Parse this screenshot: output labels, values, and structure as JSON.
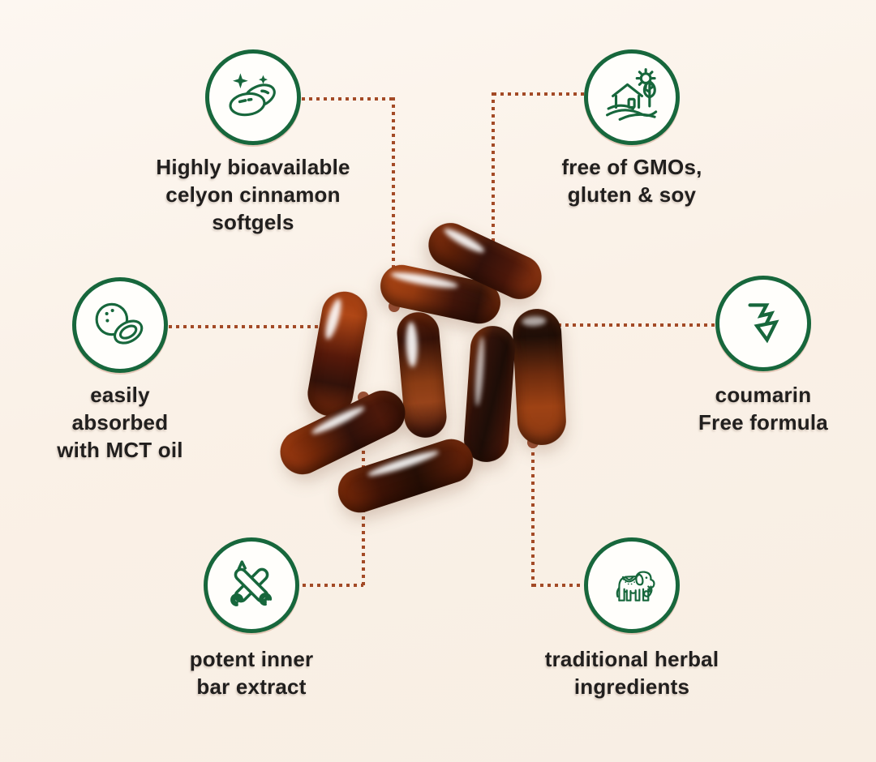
{
  "page": {
    "description": "Cinnamon softgel supplement benefits infographic",
    "background": "#faf1e7"
  },
  "colors": {
    "icon_green": "#17673c",
    "icon_fill": "#fffefb",
    "line_rust": "#a34a26",
    "dot_rust": "#9a5238",
    "text": "#211f1e",
    "background": "#faf1e7"
  },
  "center_image": {
    "description": "cluster of eight amber-brown cinnamon softgel capsules",
    "capsule_count": 8
  },
  "features": [
    {
      "id": "bioavailable",
      "icon": "sparkle-softgels-icon",
      "lines": [
        "Highly bioavailable",
        "celyon cinnamon",
        "softgels"
      ]
    },
    {
      "id": "free-of-gmos",
      "icon": "farm-house-icon",
      "lines": [
        "free of GMOs,",
        "gluten & soy"
      ]
    },
    {
      "id": "mct-oil",
      "icon": "coconut-icon",
      "lines": [
        "easily",
        "absorbed",
        "with MCT oil"
      ]
    },
    {
      "id": "coumarin-free",
      "icon": "declining-arrow-icon",
      "lines": [
        "coumarin",
        "Free formula"
      ]
    },
    {
      "id": "inner-bark",
      "icon": "cinnamon-sticks-icon",
      "lines": [
        "potent inner",
        "bar extract"
      ]
    },
    {
      "id": "herbal",
      "icon": "elephant-icon",
      "lines": [
        "traditional herbal",
        "ingredients"
      ]
    }
  ]
}
